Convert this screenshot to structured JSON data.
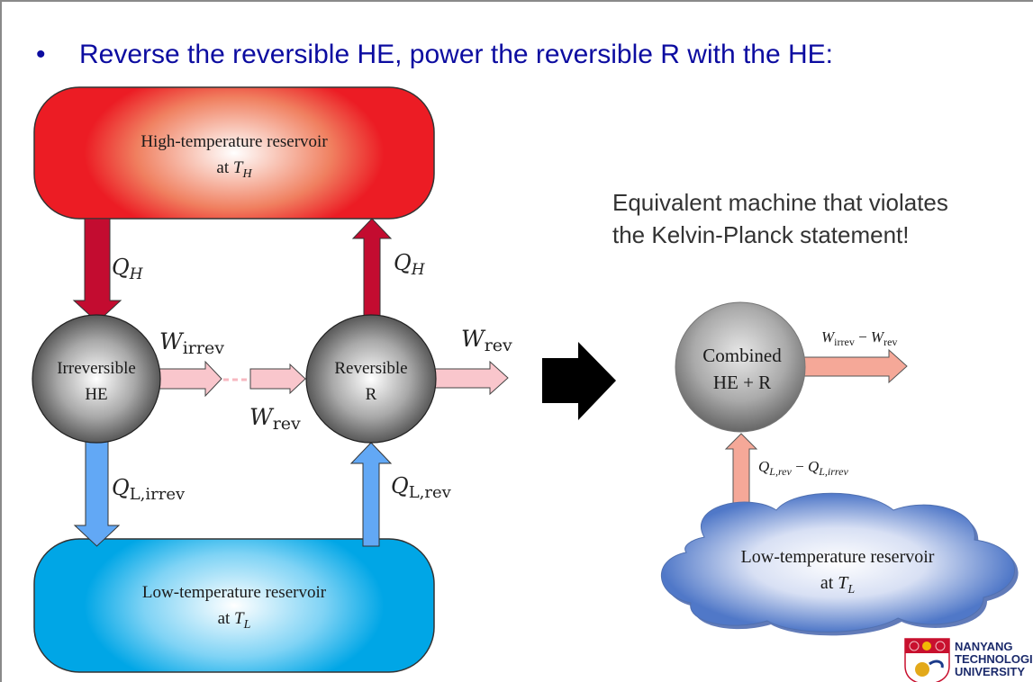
{
  "slide": {
    "bullet": "•",
    "title": "Reverse the reversible HE, power the reversible R with the HE:"
  },
  "left_diagram": {
    "hot_reservoir": {
      "line1": "High-temperature reservoir",
      "line2_prefix": "at ",
      "symbol": "T",
      "subscript": "H"
    },
    "cold_reservoir": {
      "line1": "Low-temperature reservoir",
      "line2_prefix": "at ",
      "symbol": "T",
      "subscript": "L"
    },
    "heat_engine": {
      "line1": "Irreversible",
      "line2": "HE"
    },
    "refrigerator": {
      "line1": "Reversible",
      "line2": "R"
    },
    "labels": {
      "qh_in": {
        "symbol": "Q",
        "subscript": "H"
      },
      "qh_out": {
        "symbol": "Q",
        "subscript": "H"
      },
      "w_irrev": {
        "symbol": "W",
        "subscript": "irrev"
      },
      "w_rev_in": {
        "symbol": "W",
        "subscript": "rev"
      },
      "w_rev_out": {
        "symbol": "W",
        "subscript": "rev"
      },
      "ql_irrev": {
        "symbol": "Q",
        "subscript": "L,irrev"
      },
      "ql_rev": {
        "symbol": "Q",
        "subscript": "L,rev"
      }
    }
  },
  "equivalent_text": {
    "line1": "Equivalent machine that violates",
    "line2": "the Kelvin-Planck statement!"
  },
  "right_diagram": {
    "combined": {
      "line1": "Combined",
      "line2": "HE + R"
    },
    "work_label": {
      "a": "W",
      "a_sub": "irrev",
      "minus": " − ",
      "b": "W",
      "b_sub": "rev"
    },
    "heat_label": {
      "a": "Q",
      "a_sub": "L,rev",
      "minus": " − ",
      "b": "Q",
      "b_sub": "L,irrev"
    },
    "cold_reservoir": {
      "line1": "Low-temperature reservoir",
      "line2_prefix": "at ",
      "symbol": "T",
      "subscript": "L"
    }
  },
  "logo": {
    "line1": "NANYANG",
    "line2": "TECHNOLOGICAL",
    "line3": "UNIVERSITY"
  },
  "colors": {
    "title": "#0c0ca0",
    "hot": "#ee1c25",
    "cold": "#00a8e8",
    "heat_arrow": "#c30c30",
    "cold_arrow": "#62a8f5",
    "work_arrow": "#f9c6cc",
    "combined_arrow": "#f5a898"
  }
}
